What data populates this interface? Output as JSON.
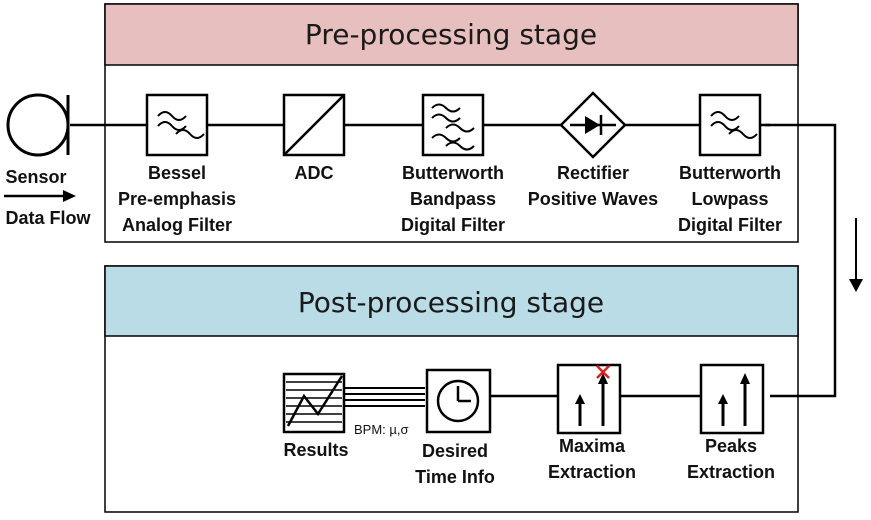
{
  "pre_stage": {
    "title": "Pre-processing stage",
    "color": "#E8BFBF"
  },
  "post_stage": {
    "title": "Post-processing stage",
    "color": "#B9DCE6"
  },
  "sensor": {
    "label": "Sensor",
    "flow_label": "Data Flow"
  },
  "pre_blocks": [
    {
      "lines": [
        "Bessel",
        "Pre-emphasis",
        "Analog Filter"
      ]
    },
    {
      "lines": [
        "ADC"
      ]
    },
    {
      "lines": [
        "Butterworth",
        "Bandpass",
        "Digital Filter"
      ]
    },
    {
      "lines": [
        "Rectifier",
        "Positive Waves"
      ]
    },
    {
      "lines": [
        "Butterworth",
        "Lowpass",
        "Digital Filter"
      ]
    }
  ],
  "post_blocks": [
    {
      "lines": [
        "Results"
      ]
    },
    {
      "lines": [
        "Desired",
        "Time Info"
      ]
    },
    {
      "lines": [
        "Maxima",
        "Extraction"
      ]
    },
    {
      "lines": [
        "Peaks",
        "Extraction"
      ]
    }
  ],
  "bus_label": "BPM: µ,σ",
  "marker_color": "#E02020"
}
